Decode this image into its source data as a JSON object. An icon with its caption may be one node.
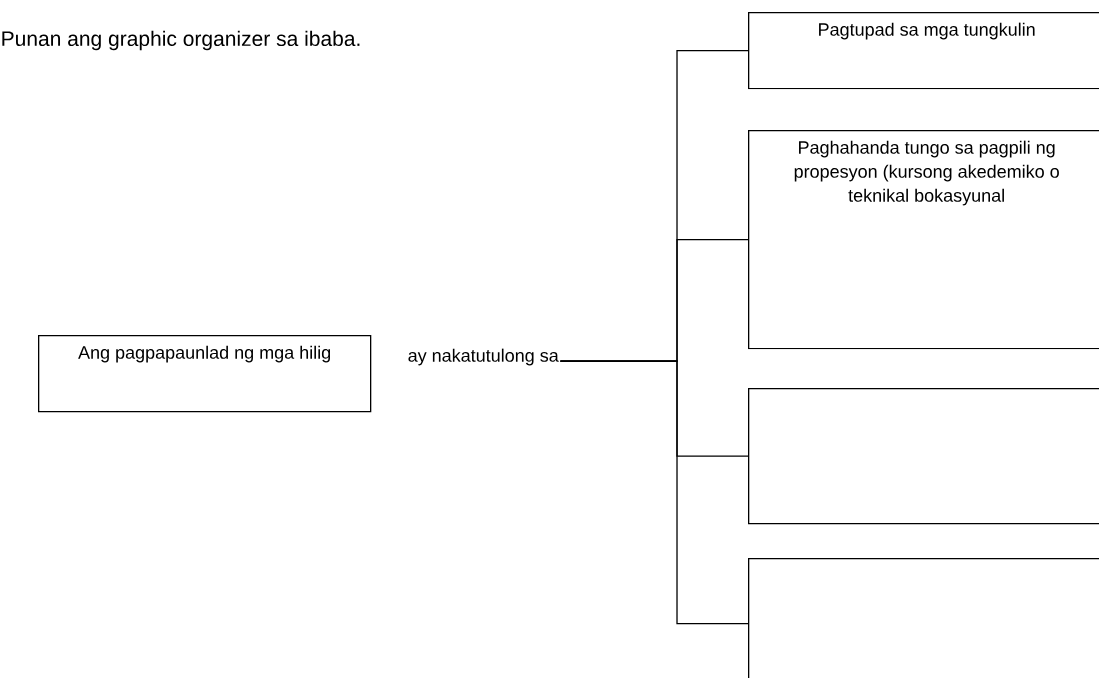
{
  "diagram": {
    "nodes": [
      {
        "text": [
          "Ang pagpapaunlad ng mga hilig"
        ]
      },
      {
        "text": [
          "ay nakatutulong sa"
        ]
      },
      {
        "text": [
          "Pagtupad sa mga tungkulin"
        ]
      },
      {
        "text": [
          "Paghahanda tungo sa pagpili ng propesyon (kursong akedemiko o teknikal bokasyunal"
        ]
      },
      {
        "text": [],
        "shape": "box"
      },
      {
        "text": [],
        "shape": "box"
      }
    ],
    "edges": [
      {
        "from": 1,
        "to": 2,
        "arrow": "none"
      },
      {
        "from": 1,
        "to": 3,
        "arrow": "none"
      },
      {
        "from": 1,
        "to": 4,
        "arrow": "none"
      },
      {
        "from": 1,
        "to": 5,
        "arrow": "none"
      }
    ],
    "labels": [
      "Punan ang graphic organizer sa ibaba."
    ]
  }
}
